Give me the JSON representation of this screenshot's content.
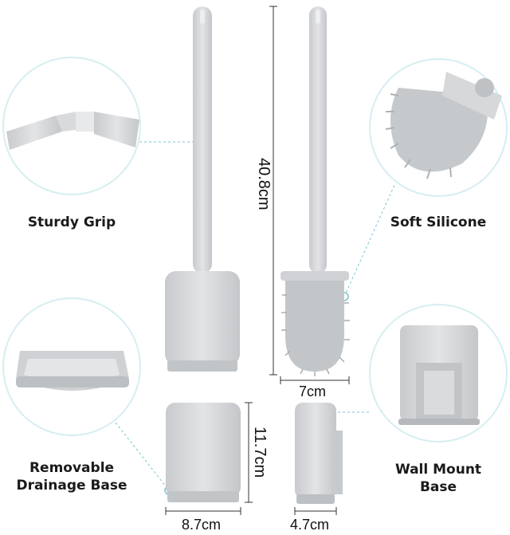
{
  "features": {
    "sturdy_grip": "Sturdy Grip",
    "soft_silicone": "Soft Silicone",
    "removable_drainage_base_line1": "Removable",
    "removable_drainage_base_line2": "Drainage Base",
    "wall_mount_base_line1": "Wall Mount",
    "wall_mount_base_line2": "Base"
  },
  "dimensions": {
    "height": "40.8cm",
    "brush_width": "7cm",
    "base_height": "11.7cm",
    "base_width": "8.7cm",
    "base_depth": "4.7cm"
  },
  "colors": {
    "product_gray": "#d2d4d6",
    "product_shadow": "#b9bcbf",
    "circle_border": "#9fd3dc",
    "callout_line": "#7cc4cf"
  }
}
